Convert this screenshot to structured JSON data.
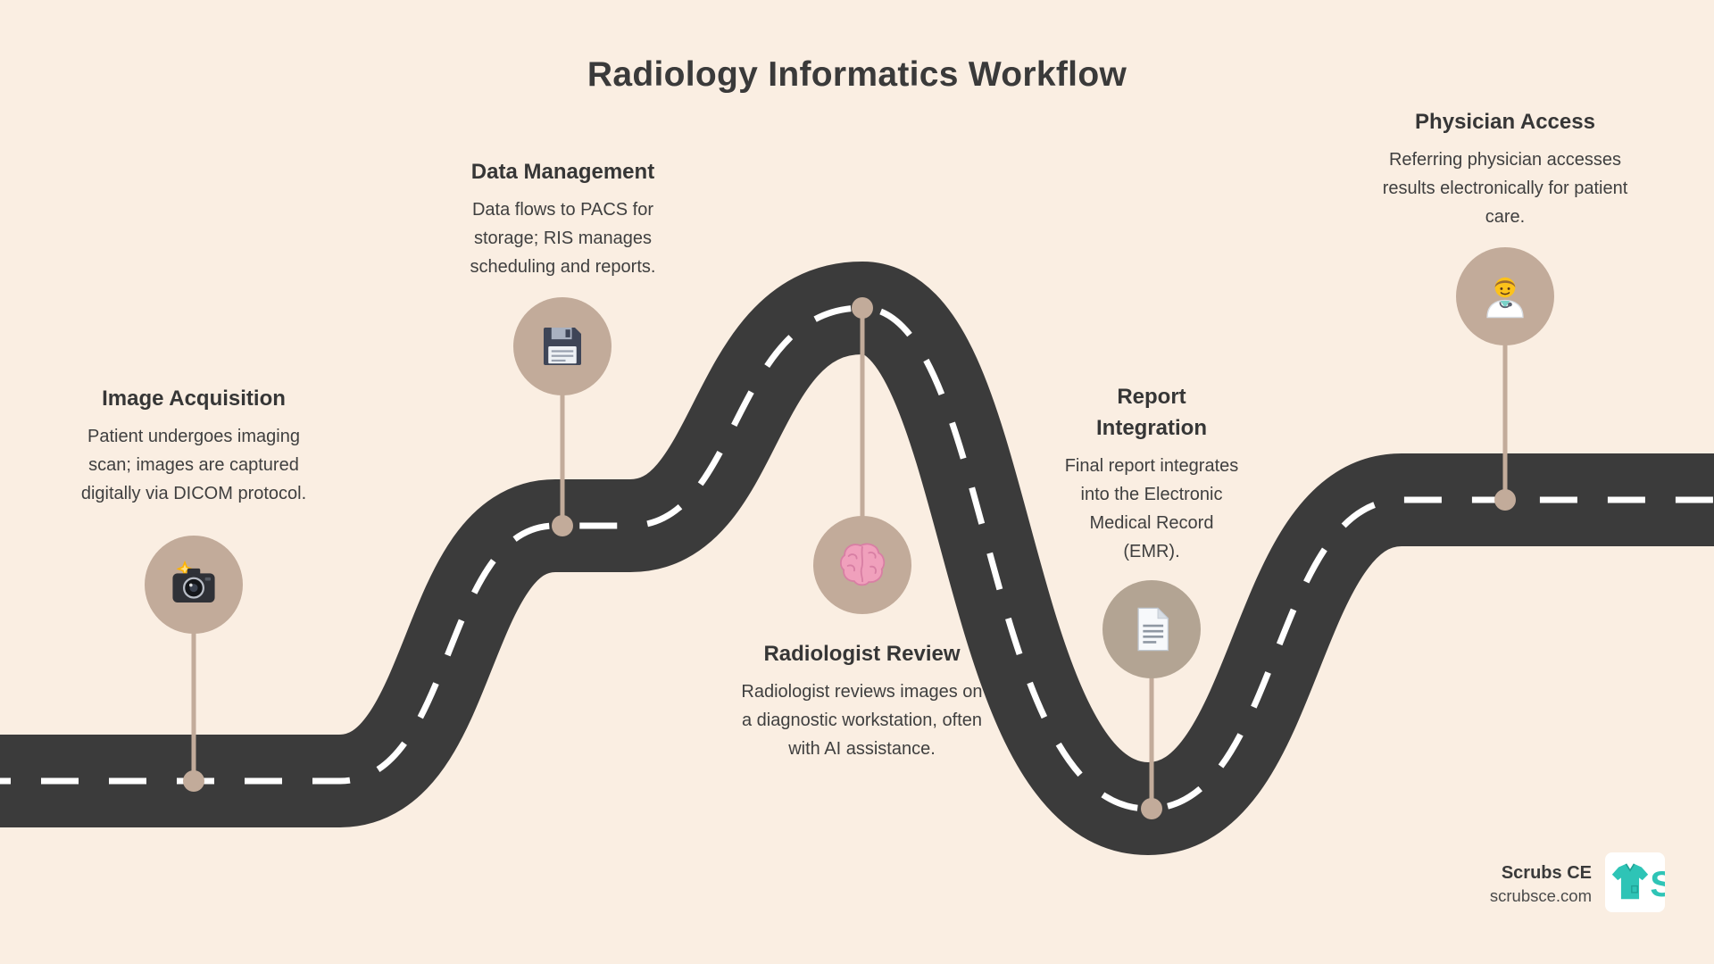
{
  "title": "Radiology Informatics Workflow",
  "milestones": [
    {
      "title": "Image Acquisition",
      "description": "Patient undergoes imaging scan; images are captured digitally via DICOM protocol.",
      "icon": "camera-flash-icon"
    },
    {
      "title": "Data Management",
      "description": "Data flows to PACS for storage; RIS manages scheduling and reports.",
      "icon": "floppy-disk-icon"
    },
    {
      "title": "Radiologist Review",
      "description": "Radiologist reviews images on a diagnostic workstation, often with AI assistance.",
      "icon": "brain-icon"
    },
    {
      "title": "Report Integration",
      "description": "Final report integrates into the Electronic Medical Record (EMR).",
      "icon": "document-icon"
    },
    {
      "title": "Physician Access",
      "description": "Referring physician accesses results electronically for patient care.",
      "icon": "male-doctor-icon"
    }
  ],
  "footer": {
    "brand": "Scrubs CE",
    "website": "scrubsce.com",
    "logo_letter": "S"
  },
  "colors": {
    "background": "#faeee2",
    "road": "#3b3b3b",
    "road_dash": "#ffffff",
    "node": "#c2ab9a",
    "title_text": "#363636",
    "body_text": "#3f3f3f",
    "brand_teal": "#2ec4b6"
  }
}
